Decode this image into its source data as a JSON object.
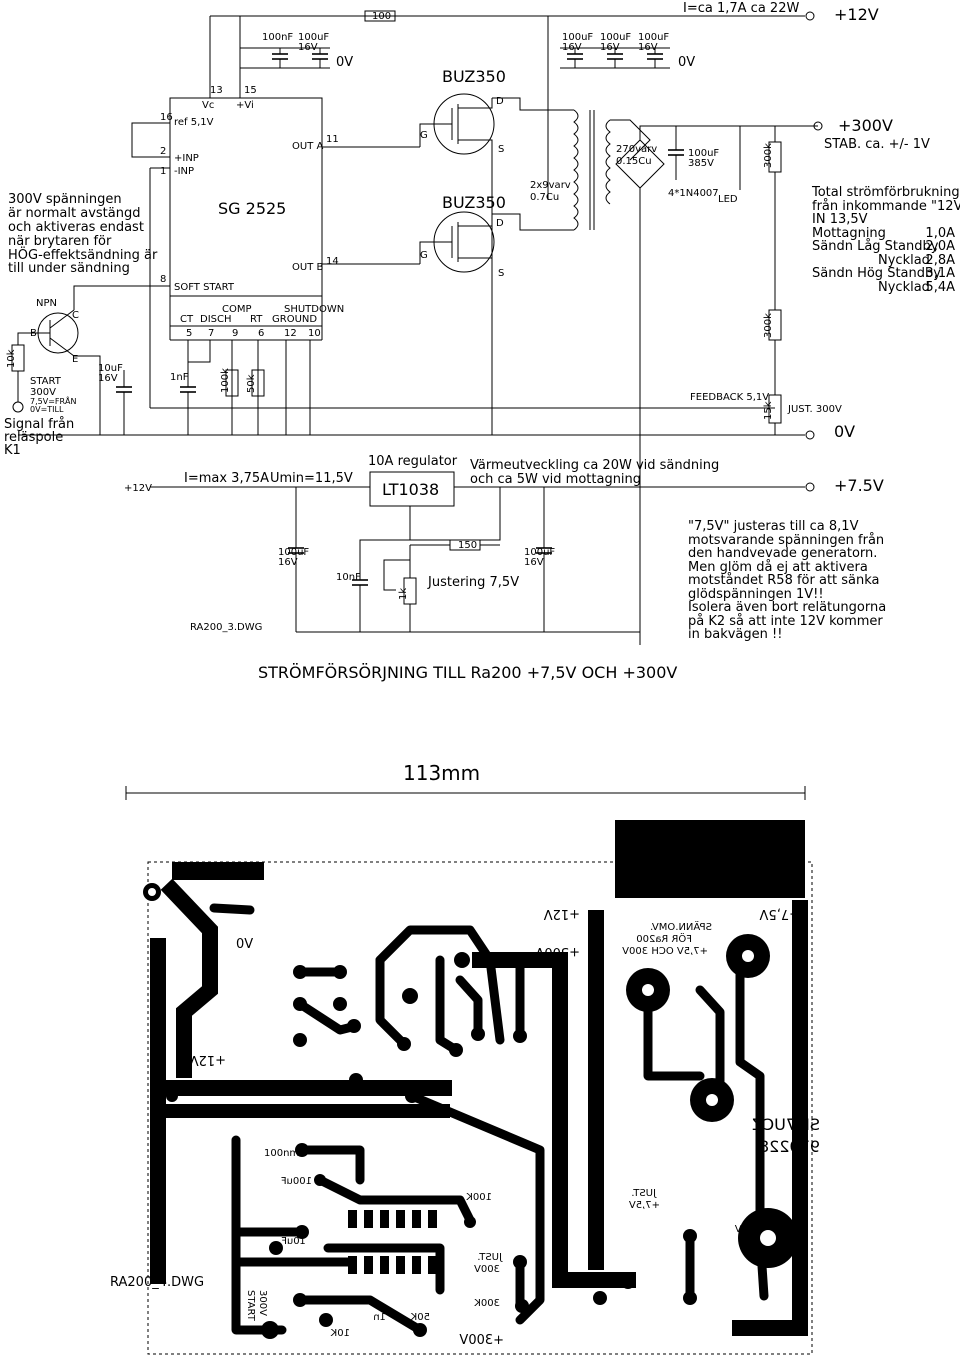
{
  "schematic": {
    "top": {
      "r100": "100",
      "current_note": "I=ca 1,7A ca 22W",
      "v12": "+12V",
      "cap_a1": "100nF",
      "cap_a2": "100uF",
      "cap_a2b": "16V",
      "cap_b1": "100uF",
      "cap_b1b": "16V",
      "cap_b2": "100uF",
      "cap_b2b": "16V",
      "cap_b3": "100uF",
      "cap_b3b": "16V",
      "ov_left": "0V",
      "ov_right": "0V",
      "pin13": "13",
      "pin15": "15"
    },
    "ic": {
      "name": "SG 2525",
      "vc": "Vc",
      "vi": "+Vi",
      "ref": "ref 5,1V",
      "inp": "+INP",
      "inn": "-INP",
      "outa": "OUT A",
      "outb": "OUT B",
      "softstart": "SOFT START",
      "comp": "COMP",
      "ct": "CT",
      "disch": "DISCH",
      "rt": "RT",
      "shutdown": "SHUTDOWN",
      "ground": "GROUND",
      "pins": {
        "p16": "16",
        "p2": "2",
        "p1": "1",
        "p8": "8",
        "p11": "11",
        "p14": "14",
        "p5": "5",
        "p7": "7",
        "p9": "9",
        "p6": "6",
        "p12": "12",
        "p10": "10"
      }
    },
    "mosfets": {
      "top_name": "BUZ350",
      "bottom_name": "BUZ350",
      "d": "D",
      "s": "S",
      "g": "G"
    },
    "transformer": {
      "sec": "270varv",
      "sec_b": "0.15Cu",
      "pri": "2x9varv",
      "pri_b": "0.7Cu",
      "diodes": "4*1N4007",
      "cap": "100uF",
      "cap_b": "385V",
      "r1": "300k",
      "led": "LED"
    },
    "hv": {
      "v300": "+300V",
      "stab": "STAB. ca. +/- 1V",
      "consumption": [
        "Total strömförbrukning",
        "från inkommande \"12V\"",
        "IN 13,5V"
      ],
      "rows": [
        {
          "label": "Mottagning",
          "value": "1,0A"
        },
        {
          "label": "Sändn Låg Standby",
          "value": "2,0A"
        },
        {
          "label": "Nycklad",
          "value": "2,8A"
        },
        {
          "label": "Sändn Hög Standby",
          "value": "3,1A"
        },
        {
          "label": "Nycklad",
          "value": "5,4A"
        }
      ]
    },
    "left_note": [
      "300V spänningen",
      "är normalt avstängd",
      "och aktiveras endast",
      "när brytaren för",
      "HÖG-effektsändning är",
      "till under sändning"
    ],
    "transistor": {
      "npn": "NPN",
      "b": "B",
      "c": "C",
      "e": "E",
      "r10k": "10k",
      "start1": "START",
      "start2": "300V",
      "start3": "7,5V=FRÅN",
      "start4": "0V=TILL",
      "signal1": "Signal från",
      "signal2": "reläspole",
      "signal3": "K1"
    },
    "mid": {
      "c10u": "10uF",
      "c10u_b": "16V",
      "c1n": "1nF",
      "r100k": "100k",
      "r50k": "50k",
      "r300k_b": "300k",
      "feedback": "FEEDBACK 5,1V",
      "r15k": "15k",
      "just": "JUST. 300V",
      "ov": "0V"
    },
    "reg": {
      "v12in": "+12V",
      "imax": "I=max 3,75A",
      "umin": "Umin=11,5V",
      "reg_title": "10A regulator",
      "reg_name": "LT1038",
      "heat1": "Värmeutveckling ca 20W vid sändning",
      "heat2": "och ca 5W vid mottagning",
      "v75": "+7.5V",
      "c1": "100uF",
      "c1b": "16V",
      "c10n": "10nF",
      "r150": "150",
      "pot": "1k",
      "adj": "Justering 7,5V",
      "c2": "100uF",
      "c2b": "16V",
      "dwg": "RA200_3.DWG"
    },
    "note": [
      "\"7,5V\" justeras till ca 8,1V",
      "motsvarande spänningen från",
      "den handvevade generatorn.",
      "Men glöm då ej att aktivera",
      "motståndet R58 för att sänka",
      "glödspänningen 1V!!",
      "Isolera även bort relätungorna",
      "på K2 så att inte 12V kommer",
      "in bakvägen !!"
    ],
    "title": "STRÖMFÖRSÖRJNING TILL Ra200    +7,5V OCH +300V"
  },
  "pcb": {
    "width_label": "113mm",
    "dwg": "RA200_4.DWG",
    "labels": {
      "l12v_top": "+12V",
      "l300v_top": "+300V",
      "span1": "SPÄNN.OMV.",
      "span2": "FÖR Ra200",
      "span3": "+7,5V OCH 300V",
      "l75_top": "+7,5V",
      "ov": "0V",
      "l12v_left": "+12V",
      "l100nm": "100nm",
      "l100uf": "100uF",
      "l100k": "100K",
      "sign1": "SM7UCZ",
      "sign2": "970228",
      "just1": "JUST.",
      "just2": "+7,5V",
      "ov_right": "0V",
      "l10uf": "10uF",
      "just300a": "JUST.",
      "just300b": "300V",
      "start1": "START",
      "start2": "300V",
      "l1n": "1n",
      "l50k": "50K",
      "l10k": "10K",
      "l300k": "300K",
      "l300v_bot": "+300V"
    }
  }
}
